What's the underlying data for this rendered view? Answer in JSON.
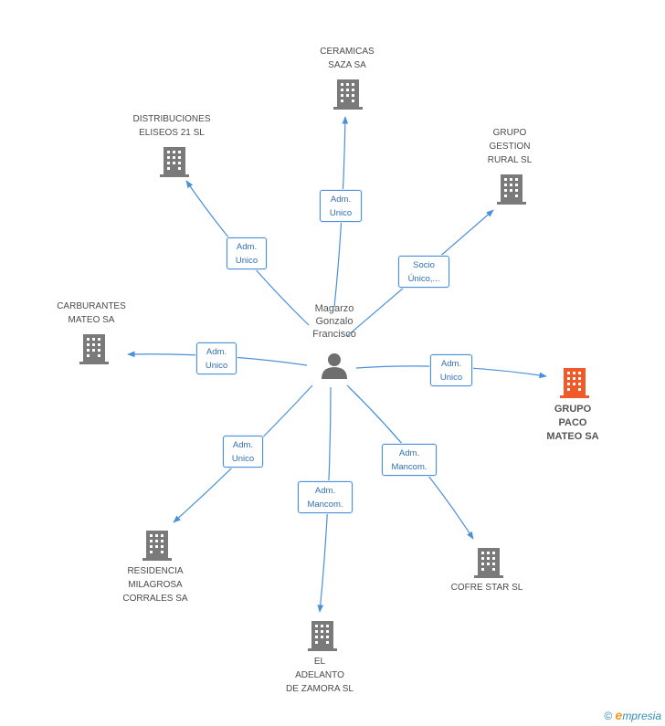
{
  "center": {
    "name": "Magarzo\nGonzalo\nFrancisco",
    "icon": "person-icon"
  },
  "colors": {
    "edge": "#4a90d9",
    "building": "#7a7a7a",
    "building_main": "#f05a28",
    "role_border": "#4a90d9"
  },
  "companies": [
    {
      "id": "ceramicas",
      "name": "CERAMICAS\nSAZA SA",
      "role": "Adm.\nUnico",
      "main": false
    },
    {
      "id": "distribuciones",
      "name": "DISTRIBUCIONES\nELISEOS 21 SL",
      "role": "Adm.\nUnico",
      "main": false
    },
    {
      "id": "grupo-gestion",
      "name": "GRUPO\nGESTION\nRURAL SL",
      "role": "Socio\nÚnico,...",
      "main": false
    },
    {
      "id": "carburantes",
      "name": "CARBURANTES\nMATEO SA",
      "role": "Adm.\nUnico",
      "main": false
    },
    {
      "id": "grupo-paco",
      "name": "GRUPO\nPACO\nMATEO SA",
      "role": "Adm.\nUnico",
      "main": true
    },
    {
      "id": "residencia",
      "name": "RESIDENCIA\nMILAGROSA\nCORRALES SA",
      "role": "Adm.\nUnico",
      "main": false
    },
    {
      "id": "cofre",
      "name": "COFRE STAR SL",
      "role": "Adm.\nMancom.",
      "main": false
    },
    {
      "id": "adelanto",
      "name": "EL\nADELANTO\nDE ZAMORA SL",
      "role": "Adm.\nMancom.",
      "main": false
    }
  ],
  "footer": {
    "copyright": "©",
    "brand_first": "e",
    "brand_rest": "mpresia"
  }
}
